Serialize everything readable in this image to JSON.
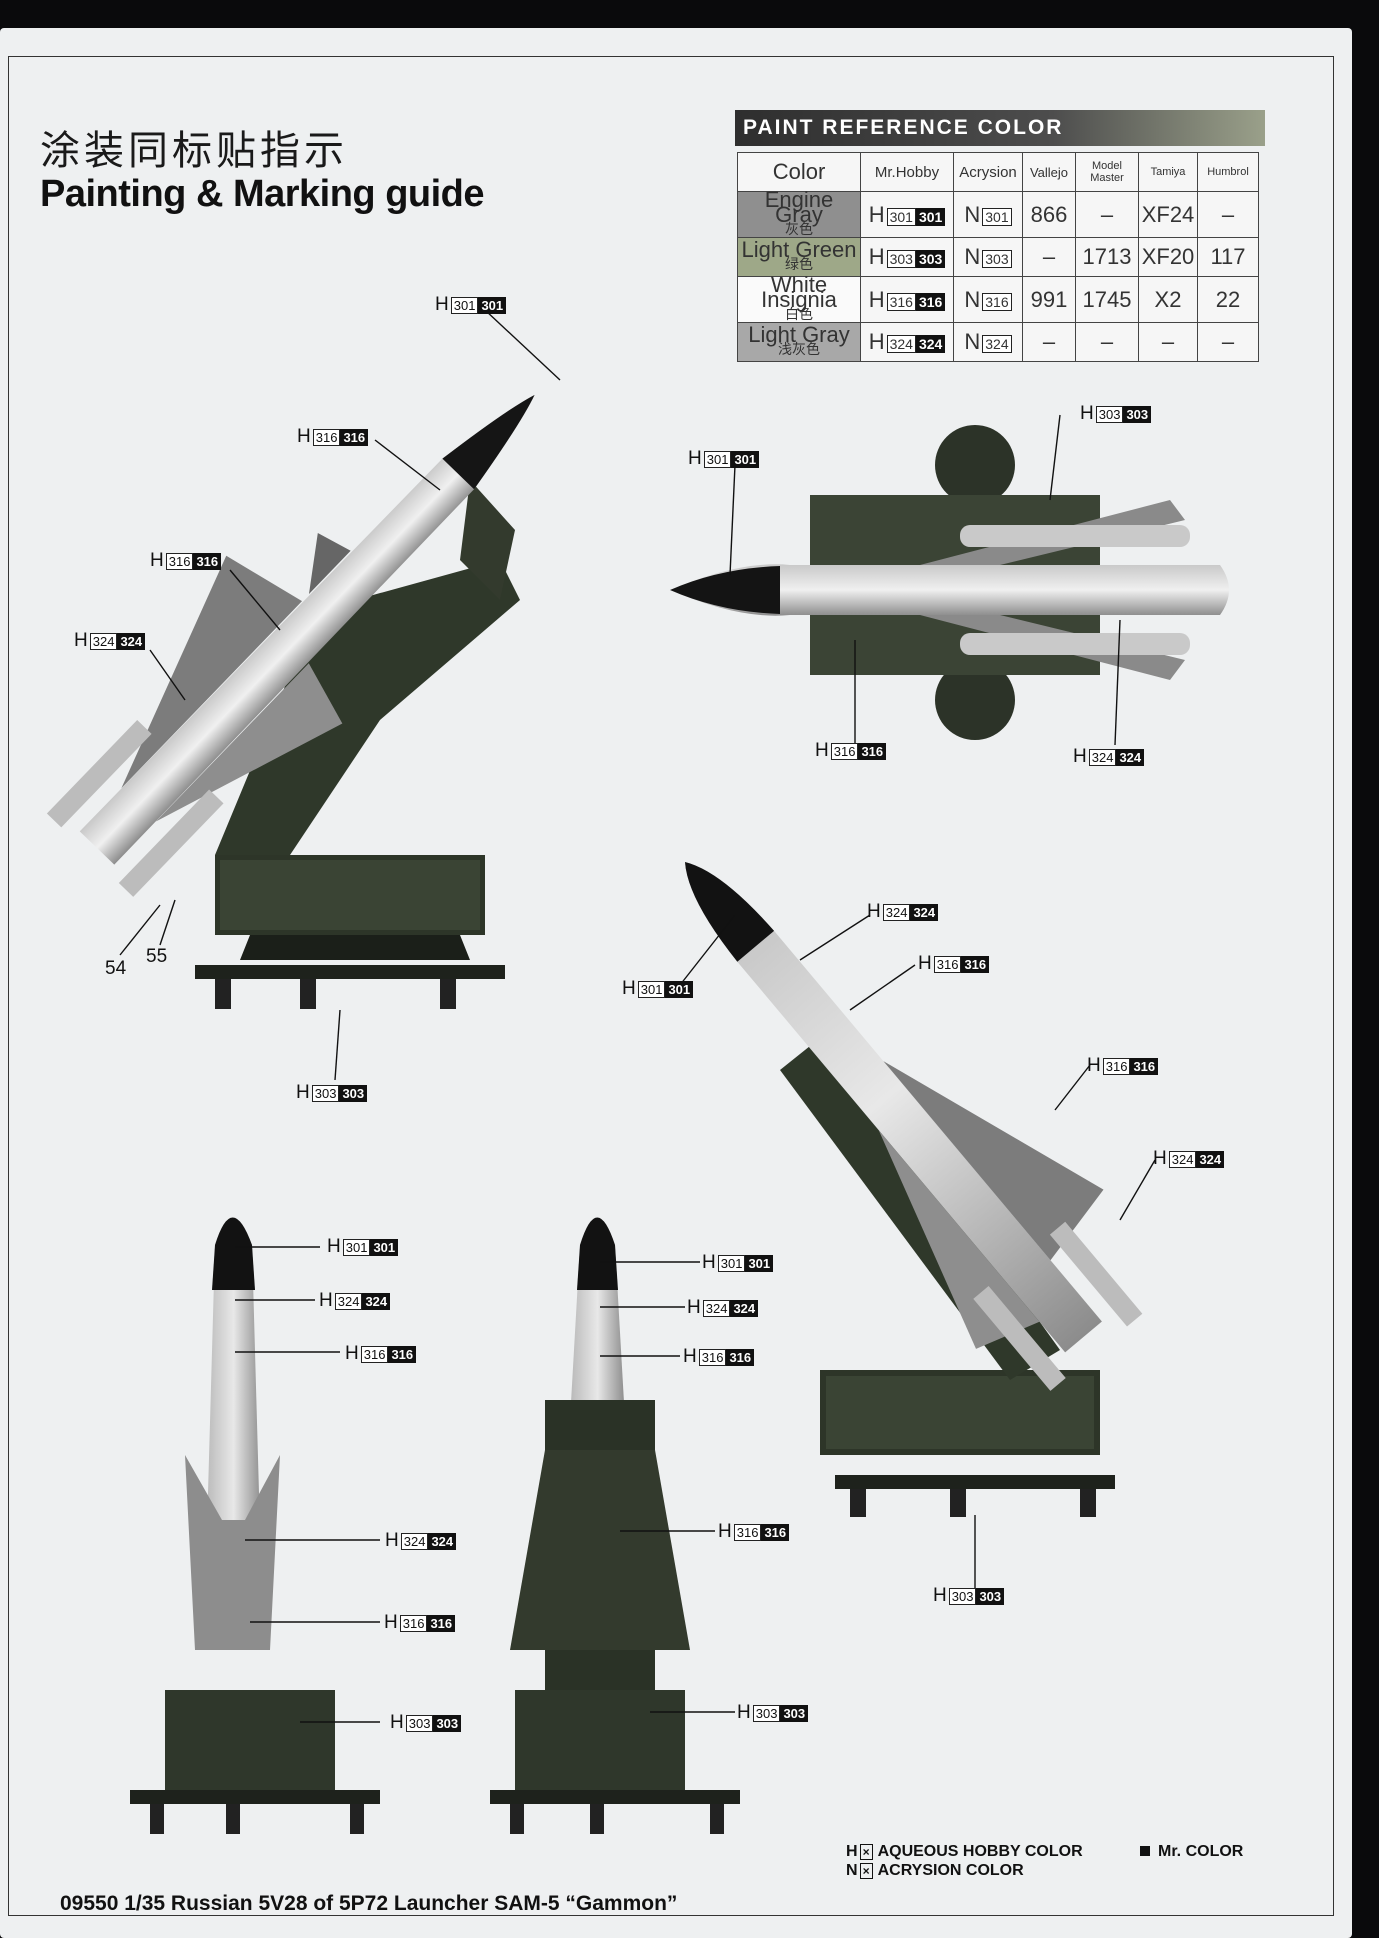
{
  "title_cn": "涂装同标贴指示",
  "title_en": "Painting & Marking guide",
  "paint_reference": {
    "header": "PAINT REFERENCE COLOR",
    "columns": [
      "Color",
      "Mr.Hobby",
      "Acrysion",
      "Vallejo",
      "Model Master",
      "Tamiya",
      "Humbrol"
    ],
    "rows": [
      {
        "name": "Engine Gray",
        "name_cn": "灰色",
        "h": "301",
        "n": "301",
        "vallejo": "866",
        "model_master": "–",
        "tamiya": "XF24",
        "humbrol": "–"
      },
      {
        "name": "Light Green",
        "name_cn": "绿色",
        "h": "303",
        "n": "303",
        "vallejo": "–",
        "model_master": "1713",
        "tamiya": "XF20",
        "humbrol": "117"
      },
      {
        "name": "White Insignia",
        "name_cn": "白色",
        "h": "316",
        "n": "316",
        "vallejo": "991",
        "model_master": "1745",
        "tamiya": "X2",
        "humbrol": "22"
      },
      {
        "name": "Light Gray",
        "name_cn": "浅灰色",
        "h": "324",
        "n": "324",
        "vallejo": "–",
        "model_master": "–",
        "tamiya": "–",
        "humbrol": "–"
      }
    ]
  },
  "h_prefix": "H",
  "n_prefix": "N",
  "callouts": {
    "c1": "301",
    "c2": "316",
    "c3": "316",
    "c4": "324",
    "c5": "303",
    "c6": "301",
    "c7": "303",
    "c8": "316",
    "c9": "324",
    "c10": "324",
    "c11": "316",
    "c12": "301",
    "c13": "316",
    "c14": "324",
    "c15": "303",
    "c16": "301",
    "c17": "324",
    "c18": "316",
    "c19": "324",
    "c20": "316",
    "c21": "303",
    "c22": "301",
    "c23": "324",
    "c24": "316",
    "c25": "316",
    "c26": "303"
  },
  "part_numbers": {
    "p54": "54",
    "p55": "55"
  },
  "legend": {
    "h_line": "AQUEOUS HOBBY COLOR",
    "n_line": "ACRYSION COLOR",
    "mr": "Mr. COLOR"
  },
  "footer": "09550  1/35 Russian 5V28 of 5P72 Launcher SAM-5 “Gammon”"
}
